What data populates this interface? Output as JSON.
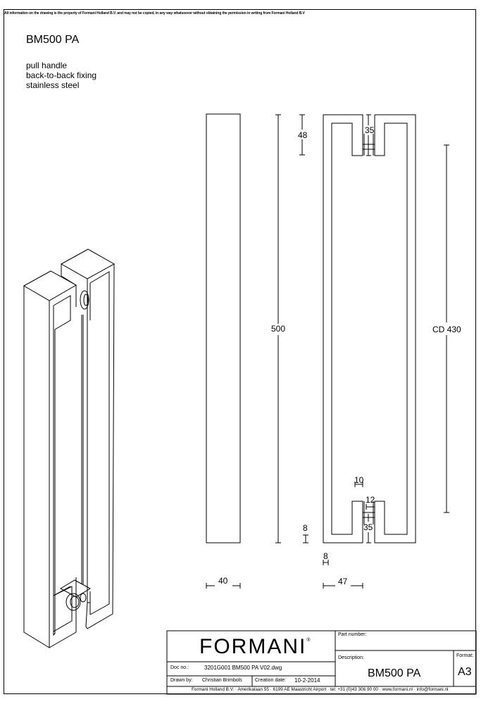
{
  "notice": "All information on the drawing is the property of Formani Holland B.V. and may not be copied, in any way whatsoever without obtaining the permission in writing from Formani Holland B.V",
  "product": {
    "title": "BM500 PA",
    "lines": [
      "pull handle",
      "back-to-back fixing",
      "stainless steel"
    ]
  },
  "dimensions": {
    "d48": "48",
    "d500": "500",
    "d8_left": "8",
    "d40": "40",
    "d35_top": "35",
    "d10": "10",
    "d12": "12",
    "d35_bottom": "35",
    "d8_bottom": "8",
    "d47": "47",
    "cd430": "CD 430"
  },
  "title_block": {
    "logo": "FORMANI",
    "logo_mark": "®",
    "part_number_label": "Part number:",
    "part_number_value": "",
    "description_label": "Description:",
    "description_value": "BM500 PA",
    "format_label": "Format:",
    "format_value": "A3",
    "doc_no_label": "Doc no.:",
    "doc_no_value": "3201G001 BM500 PA V02.dwg",
    "drawn_by_label": "Drawn by:",
    "drawn_by_value": "Christian Brimbols",
    "creation_date_label": "Creation date:",
    "creation_date_value": "10-2-2014",
    "footer": "Formani Holland B.V. · Amerikalaan 55 · 6199 AE Maastricht Airport · tel: +31 (0)43 306 90 00 · www.formani.nl · info@formani.nl"
  }
}
